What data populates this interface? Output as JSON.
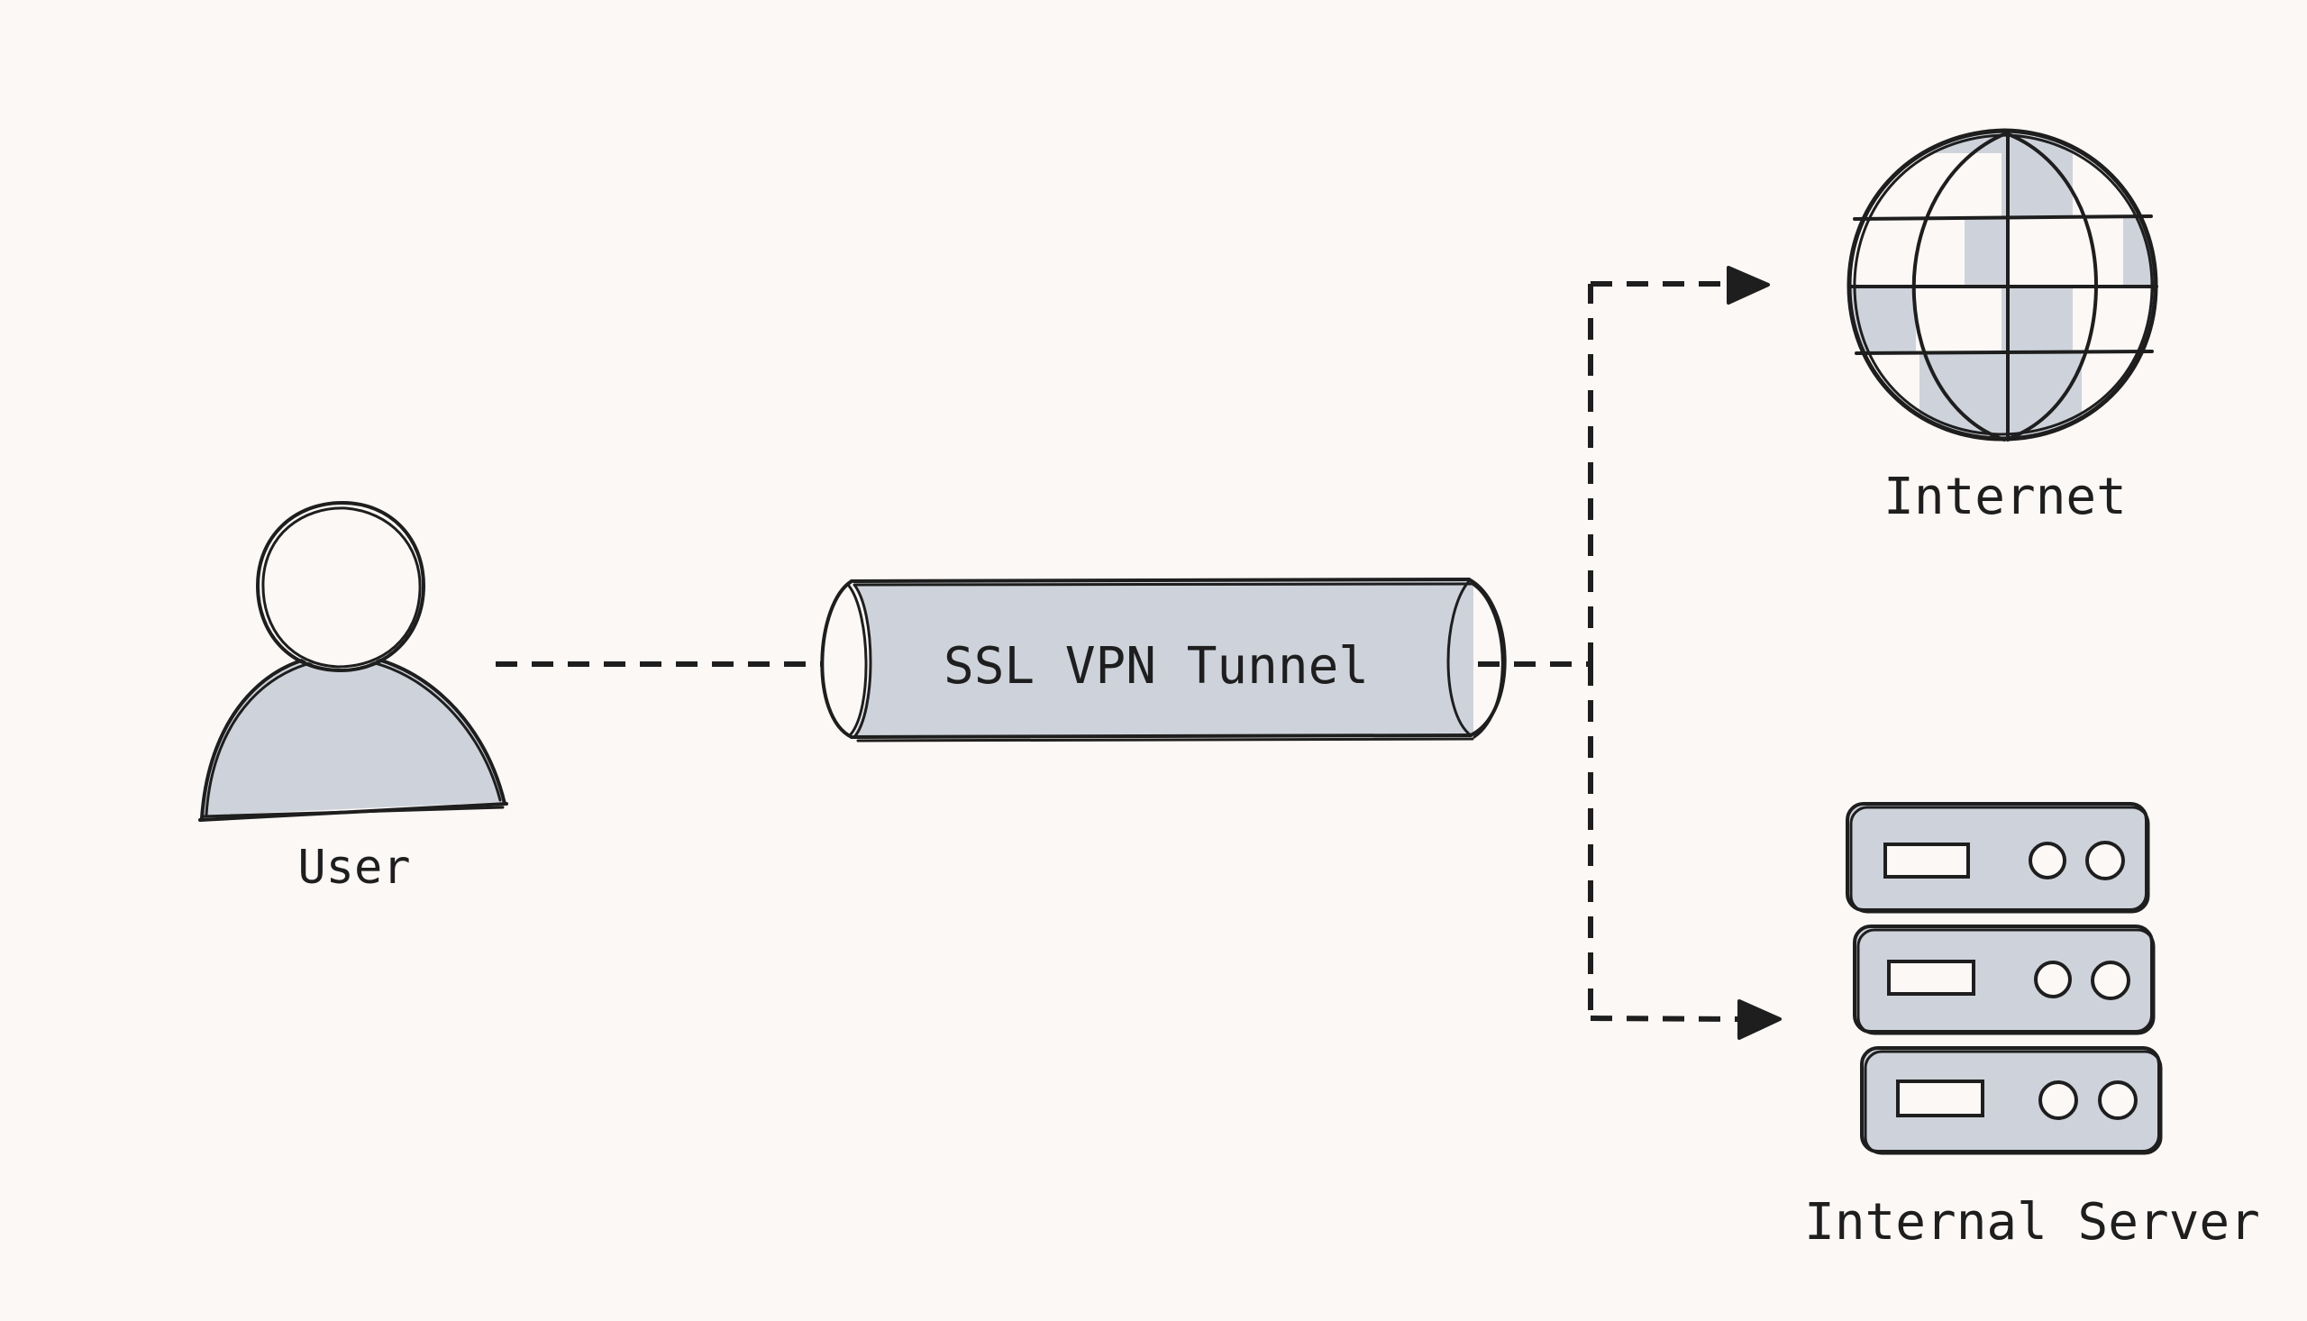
{
  "diagram": {
    "nodes": {
      "user": {
        "label": "User",
        "icon": "user-icon"
      },
      "tunnel": {
        "label": "SSL VPN Tunnel",
        "icon": "tunnel-cylinder-icon"
      },
      "internet": {
        "label": "Internet",
        "icon": "globe-icon"
      },
      "server": {
        "label": "Internal Server",
        "icon": "server-rack-icon"
      }
    },
    "edges": [
      {
        "from": "user",
        "to": "tunnel",
        "style": "dashed"
      },
      {
        "from": "tunnel",
        "to": "internet",
        "style": "dashed-arrow"
      },
      {
        "from": "tunnel",
        "to": "server",
        "style": "dashed-arrow"
      }
    ],
    "colors": {
      "background": "#fcf8f6",
      "ink": "#1e1e1e",
      "fill": "#ced3db"
    }
  }
}
